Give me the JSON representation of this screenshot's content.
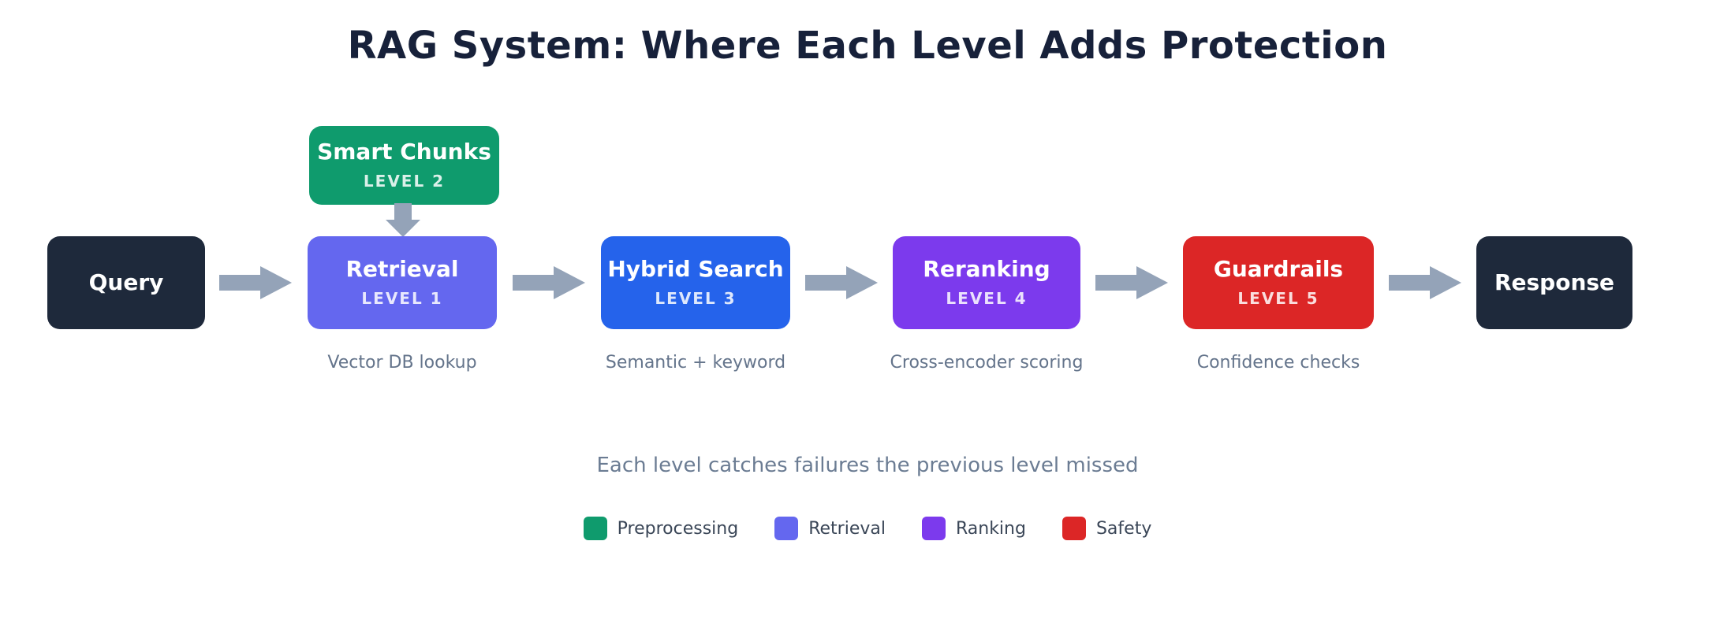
{
  "title": "RAG System: Where Each Level Adds Protection",
  "subtitle": "Each level catches failures the previous level missed",
  "arrows": {
    "color": "#94a3b8"
  },
  "flow": {
    "query": {
      "label": "Query",
      "color": "#1e293b"
    },
    "smart_chunks": {
      "label": "Smart Chunks",
      "level": "LEVEL 2",
      "color": "#0f9b6d"
    },
    "retrieval": {
      "label": "Retrieval",
      "level": "LEVEL 1",
      "color": "#6467ef",
      "caption": "Vector DB lookup"
    },
    "hybrid_search": {
      "label": "Hybrid Search",
      "level": "LEVEL 3",
      "color": "#2563eb",
      "caption": "Semantic + keyword"
    },
    "reranking": {
      "label": "Reranking",
      "level": "LEVEL 4",
      "color": "#7c3aed",
      "caption": "Cross-encoder scoring"
    },
    "guardrails": {
      "label": "Guardrails",
      "level": "LEVEL 5",
      "color": "#dc2626",
      "caption": "Confidence checks"
    },
    "response": {
      "label": "Response",
      "color": "#1e293b"
    }
  },
  "legend": {
    "preprocessing": {
      "label": "Preprocessing",
      "color": "#0f9b6d"
    },
    "retrieval": {
      "label": "Retrieval",
      "color": "#6467ef"
    },
    "ranking": {
      "label": "Ranking",
      "color": "#7c3aed"
    },
    "safety": {
      "label": "Safety",
      "color": "#dc2626"
    }
  }
}
